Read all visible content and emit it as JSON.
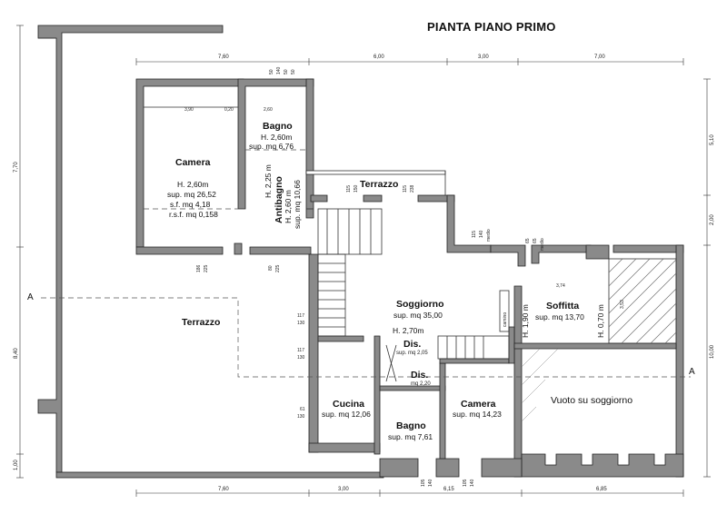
{
  "title": "PIANTA PIANO PRIMO",
  "rooms": {
    "camera1": {
      "name": "Camera",
      "lines": [
        "H. 2,60m",
        "sup. mq 26,52",
        "s.f. mq 4,18",
        "r.s.f. mq 0,158"
      ]
    },
    "bagno1": {
      "name": "Bagno",
      "lines": [
        "H. 2,60m",
        "sup. mq 6,76"
      ]
    },
    "antibagno": {
      "name": "Antibagno",
      "lines": [
        "H. 2,60 m",
        "sup. mq 10,66"
      ],
      "side": "H. 2,25 m"
    },
    "terrazzo_top": {
      "name": "Terrazzo"
    },
    "terrazzo_left": {
      "name": "Terrazzo"
    },
    "soggiorno": {
      "name": "Soggiorno",
      "lines": [
        "sup. mq 35,00",
        "H. 2,70m"
      ]
    },
    "soffitta": {
      "name": "Soffitta",
      "lines": [
        "sup. mq 13,70"
      ],
      "left": "H. 1,90 m",
      "right": "H. 0,70 m"
    },
    "dis1": {
      "name": "Dis.",
      "lines": [
        "sup. mq 2,05"
      ]
    },
    "dis2": {
      "name": "Dis.",
      "lines": [
        "mq 2,20"
      ]
    },
    "cucina": {
      "name": "Cucina",
      "lines": [
        "sup. mq 12,06"
      ]
    },
    "bagno2": {
      "name": "Bagno",
      "lines": [
        "sup. mq 7,61"
      ]
    },
    "camera2": {
      "name": "Camera",
      "lines": [
        "sup. mq 14,23"
      ]
    },
    "vuoto": {
      "name": "Vuoto su soggiorno"
    },
    "camino": "camino"
  },
  "section_marks": [
    "A",
    "A"
  ],
  "top_dims": [
    "7,60",
    "6,00",
    "3,00",
    "7,00"
  ],
  "bottom_dims": [
    "7,60",
    "3,00",
    "6,15",
    "6,85"
  ],
  "left_dims": [
    "7,70",
    "8,40",
    "1,00"
  ],
  "right_dims": [
    "5,10",
    "2,00",
    "10,00"
  ],
  "inner_dims": {
    "d390": "3,90",
    "d020": "0,20",
    "d260": "2,60",
    "d374": "3,74",
    "d353": "3,53",
    "w50a": "50",
    "w140a": "140",
    "w50b": "50",
    "w50c": "50",
    "w115a": "115",
    "w150a": "150",
    "w115b": "115",
    "w238": "238",
    "w115c": "115",
    "w140b": "140",
    "medio1": "medio",
    "w65a": "65",
    "w65b": "65",
    "medio2": "medio",
    "w186": "186",
    "w225a": "225",
    "w80": "80",
    "w225b": "225",
    "w117a": "117",
    "w130a": "130",
    "w117b": "117",
    "w130b": "130",
    "w61": "61",
    "w130c": "130",
    "w105a": "105",
    "w140c": "140",
    "w105b": "105",
    "w140d": "140"
  }
}
